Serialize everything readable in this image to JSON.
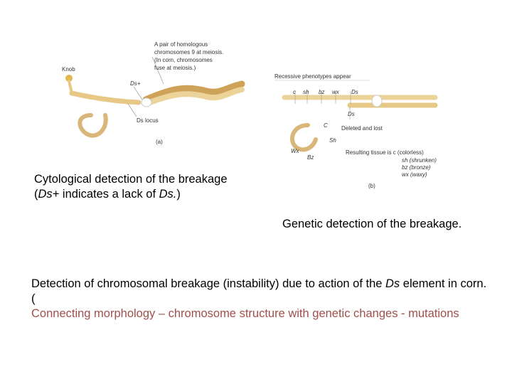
{
  "figure": {
    "a": {
      "homologue_note": [
        "A pair of homologous",
        "chromosomes 9 at meiosis.",
        "(In corn, chromosomes",
        "fuse at meiosis.)"
      ],
      "knob": "Knob",
      "ds_plus": "Ds+",
      "ds_locus": "Ds locus",
      "panel": "(a)"
    },
    "b": {
      "recessive": "Recessive phenotypes appear",
      "genes": [
        "c",
        "sh",
        "bz",
        "wx",
        "Ds"
      ],
      "ds_label": "Ds",
      "deleted": "Deleted and lost",
      "frag_c": "C",
      "frag_sh": "Sh",
      "frag_bz": "Bz",
      "frag_wx": "Wx",
      "resulting": "Resulting tissue is c (colorless)",
      "res_lines": [
        "sh (shrunken)",
        "bz (bronze)",
        "wx (waxy)"
      ],
      "panel": "(b)"
    },
    "colors": {
      "chromosome": "#e7c887",
      "chromosome_dark": "#cfa25a",
      "ring": "#d9b67a",
      "leader": "#9a9a9a"
    }
  },
  "caption_left": {
    "line1": "Cytological detection of the breakage",
    "line2_pre": "(",
    "line2_ital": "Ds+",
    "line2_mid": " indicates a lack of ",
    "line2_ital2": "Ds.",
    "line2_post": ")"
  },
  "caption_right": "Genetic detection of the breakage.",
  "body": {
    "part1": "Detection of chromosomal breakage (instability) due to action of the ",
    "ds": "Ds",
    "part2": " element in corn. (",
    "red": "Connecting morphology – chromosome structure with genetic changes - mutations"
  }
}
